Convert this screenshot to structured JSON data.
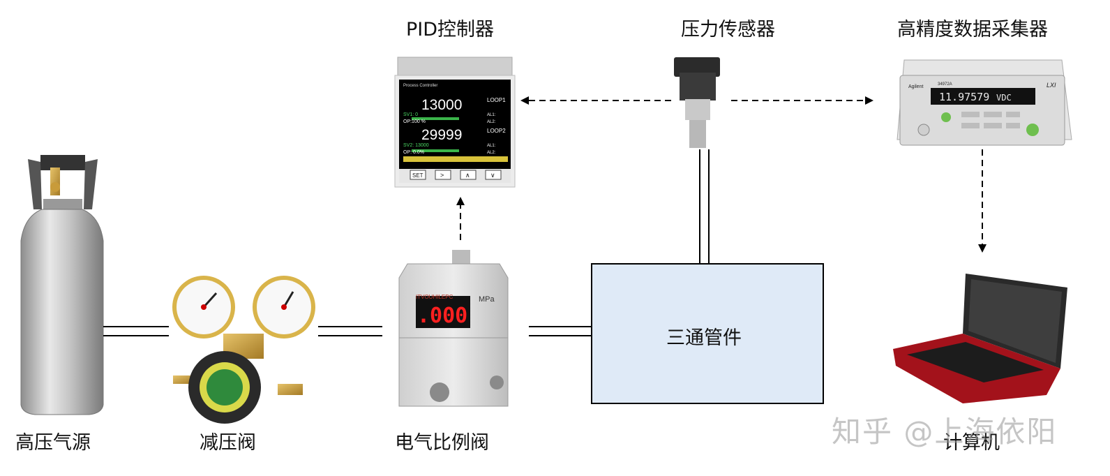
{
  "devices": {
    "gas_source": "高压气源",
    "reducer": "减压阀",
    "proportional_valve": "电气比例阀",
    "pid_controller": "PID控制器",
    "pressure_sensor": "压力传感器",
    "data_acquisition": "高精度数据采集器",
    "computer": "计算机",
    "tee": "三通管件"
  },
  "pid_display": {
    "header": "Process Controller",
    "pv1": "13000",
    "loop1": "LOOP1",
    "sv1": "SV1: 0",
    "op1": "OP:100 %",
    "al1": "AL1:",
    "al2": "AL2:",
    "pv2": "29999",
    "loop2": "LOOP2",
    "sv2": "SV2: 13000",
    "op2": "OP: 0.0%",
    "keys": [
      "SET",
      ">",
      "∧",
      "∨"
    ]
  },
  "valve_display": {
    "brand": "ITVOUHILEPC",
    "reading": ".000",
    "unit": "MPa"
  },
  "daq_display": {
    "brand": "Agilent",
    "model": "34972A",
    "reading": "11.97579",
    "unit": "VDC",
    "logo": "LXI"
  },
  "watermark": "知乎 @上海依阳",
  "colors": {
    "tee_fill": "#dfeaf7",
    "pid_screen": "#000000",
    "valve_digits": "#ff2020",
    "laptop_red": "#a3121b"
  }
}
